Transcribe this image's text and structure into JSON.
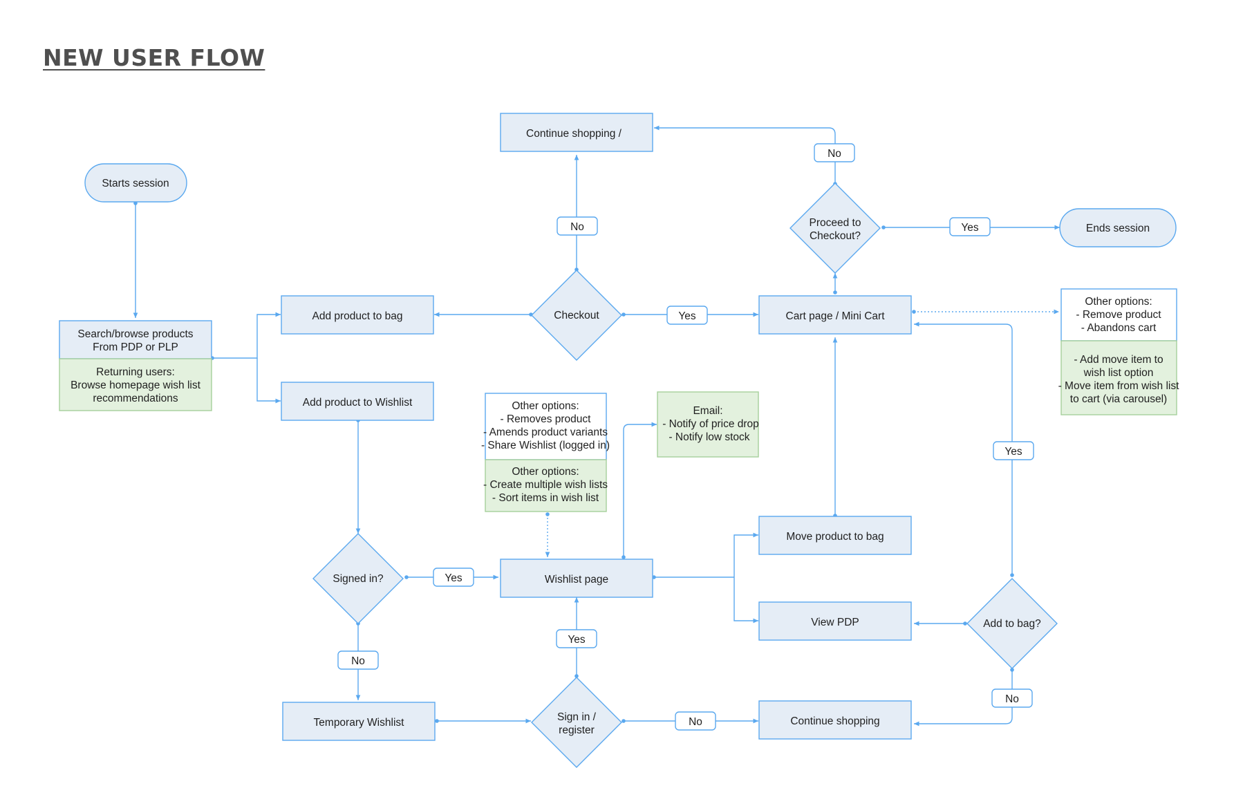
{
  "title": "NEW USER FLOW",
  "colors": {
    "stroke": "#5aa8ef",
    "process_fill": "#e5edf6",
    "note_fill": "#e3f1de",
    "note_stroke": "#a6cf9b",
    "white": "#ffffff",
    "title": "#4f4f4f"
  },
  "nodes": {
    "starts_session": "Starts session",
    "search_browse": [
      "Search/browse products",
      "From PDP or PLP"
    ],
    "returning_users": [
      "Returning users:",
      "Browse homepage wish list",
      "recommendations"
    ],
    "add_to_bag": "Add product to bag",
    "add_to_wishlist": "Add product to Wishlist",
    "continue_shopping_top": "Continue shopping /",
    "checkout": "Checkout",
    "proceed_to_checkout": [
      "Proceed to",
      "Checkout?"
    ],
    "ends_session": "Ends session",
    "cart_page": "Cart page / Mini Cart",
    "cart_other_options": [
      "Other options:",
      "- Remove product",
      "- Abandons cart"
    ],
    "cart_green_options": [
      "- Add move item to",
      "wish list option",
      "- Move item from wish list",
      "to cart (via carousel)"
    ],
    "wishlist_other_options": [
      "Other options:",
      "- Removes product",
      "- Amends product variants",
      "- Share Wishlist (logged in)"
    ],
    "wishlist_green_options": [
      "Other options:",
      "- Create multiple wish lists",
      "- Sort items in wish list"
    ],
    "email": [
      "Email:",
      "- Notify of price drop",
      "- Notify low stock"
    ],
    "signed_in": "Signed in?",
    "wishlist_page": "Wishlist page",
    "move_to_bag": "Move product to bag",
    "view_pdp": "View PDP",
    "add_to_bag_q": "Add to bag?",
    "temporary_wishlist": "Temporary Wishlist",
    "sign_in_register": [
      "Sign in /",
      "register"
    ],
    "continue_shopping_bottom": "Continue shopping"
  },
  "labels": {
    "no_top": "No",
    "no_checkout": "No",
    "yes_ends": "Yes",
    "yes_cart": "Yes",
    "yes_right": "Yes",
    "yes_signed": "Yes",
    "no_signed": "No",
    "yes_signin": "Yes",
    "no_signin": "No",
    "no_addbag": "No"
  }
}
